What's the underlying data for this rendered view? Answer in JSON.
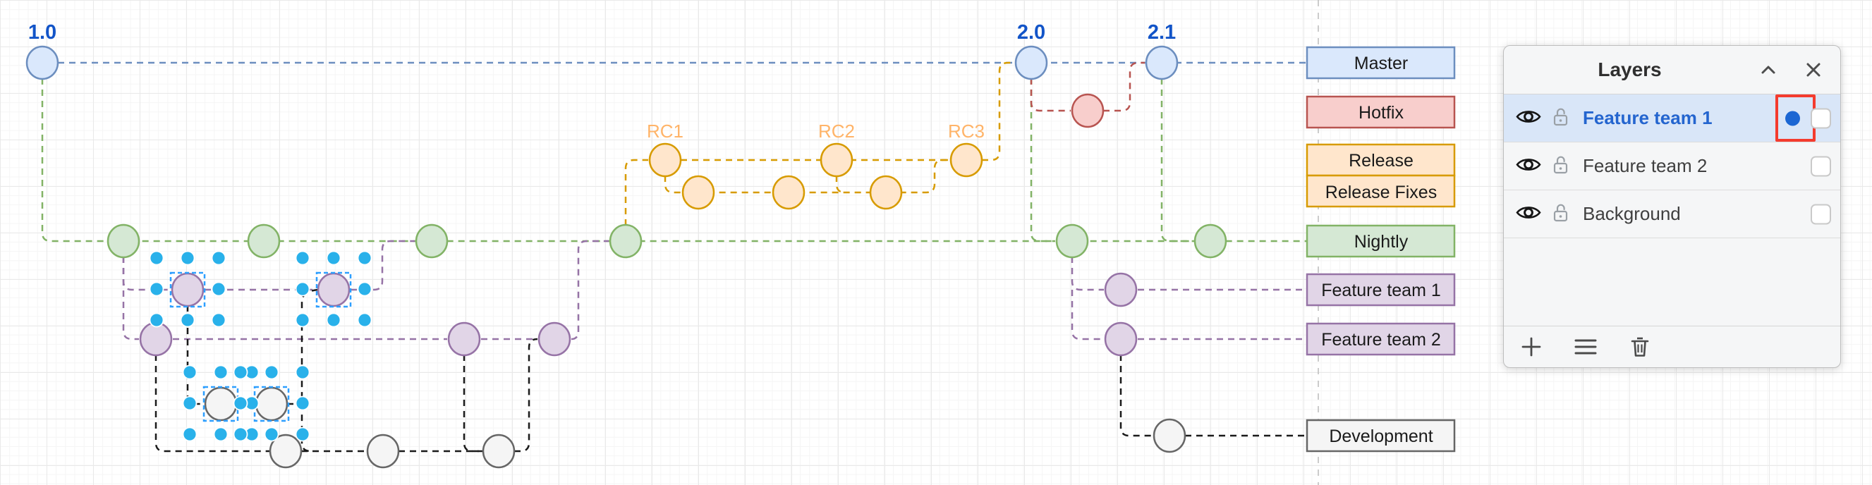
{
  "diagram": {
    "milestones": [
      "1.0",
      "2.0",
      "2.1"
    ],
    "release_candidates": [
      "RC1",
      "RC2",
      "RC3"
    ],
    "branches": {
      "master": {
        "label": "Master"
      },
      "hotfix": {
        "label": "Hotfix"
      },
      "release": {
        "label": "Release"
      },
      "release_fixes": {
        "label": "Release Fixes"
      },
      "nightly": {
        "label": "Nightly"
      },
      "feature_team_1": {
        "label": "Feature team 1"
      },
      "feature_team_2": {
        "label": "Feature team 2"
      },
      "development": {
        "label": "Development"
      }
    },
    "colors": {
      "master_stroke": "#6c8ebf",
      "master_fill": "#dae8fc",
      "hotfix_stroke": "#b85450",
      "hotfix_fill": "#f8cecc",
      "release_stroke": "#d79b00",
      "release_fill": "#ffe6cc",
      "nightly_stroke": "#82b366",
      "nightly_fill": "#d5e8d4",
      "feature_stroke": "#9673a6",
      "feature_fill": "#e1d5e7",
      "development_stroke": "#666666",
      "development_fill": "#f5f5f5",
      "milestone_text": "#1254c8",
      "rc_text": "#ffb469",
      "selection_handle": "#29b1ea",
      "selection_outline": "#2e9fff",
      "annotation_red": "#f43b2e",
      "page_break": "#bbbbbb"
    }
  },
  "layers_panel": {
    "title": "Layers",
    "rows": [
      {
        "label": "Feature team 1",
        "selected": true,
        "visible": true,
        "locked": false,
        "active_indicator": true,
        "checked": false
      },
      {
        "label": "Feature team 2",
        "selected": false,
        "visible": true,
        "locked": false,
        "active_indicator": false,
        "checked": false
      },
      {
        "label": "Background",
        "selected": false,
        "visible": true,
        "locked": false,
        "active_indicator": false,
        "checked": false
      }
    ]
  }
}
